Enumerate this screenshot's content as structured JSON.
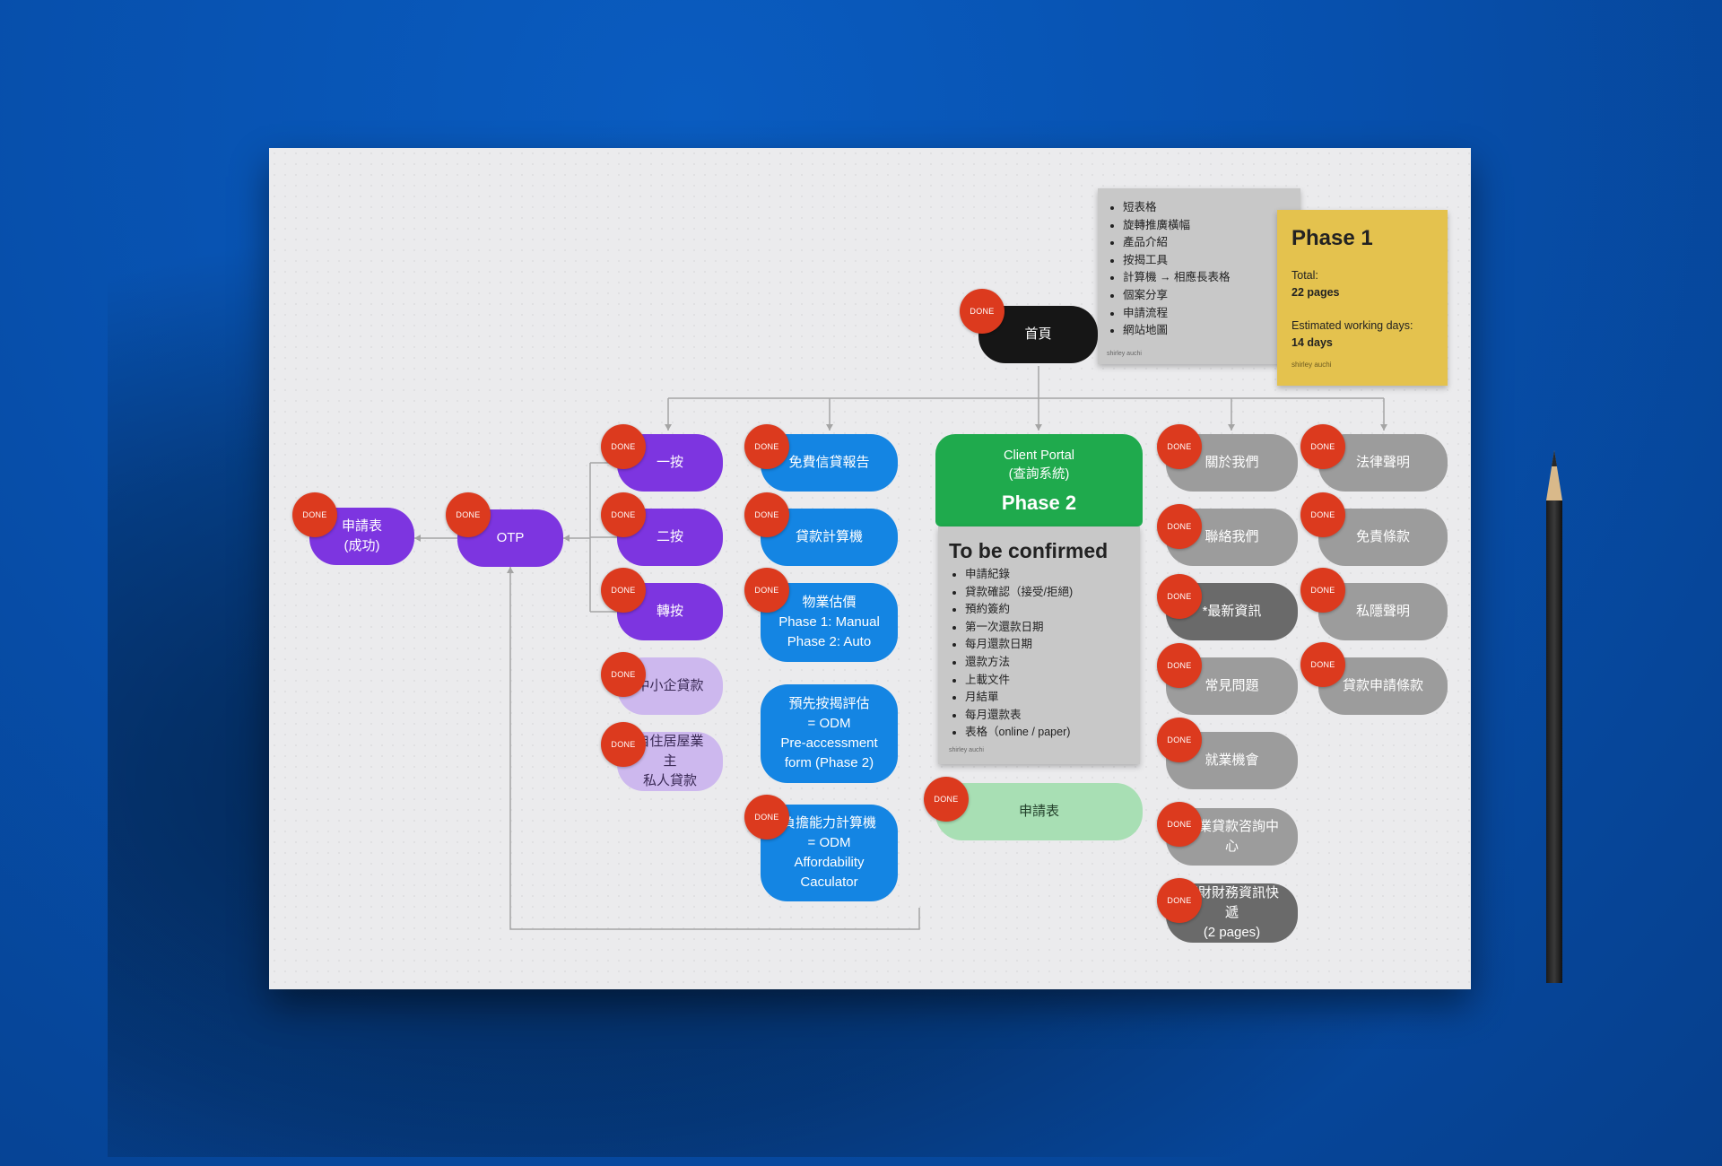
{
  "badge_label": "DONE",
  "colors": {
    "background": "#0750ad",
    "badge": "#dc3a1e",
    "purple": "#7d35e0",
    "blue": "#1485e3",
    "green": "#1faa4d",
    "gray": "#9c9c9c"
  },
  "home": {
    "label": "首頁"
  },
  "home_note": {
    "items": [
      "短表格",
      "旋轉推廣橫幅",
      "產品介紹",
      "按揭工具",
      "計算機 → 相應長表格",
      "個案分享",
      "申請流程",
      "網站地圖"
    ],
    "author": "shirley auchi"
  },
  "phase1": {
    "title": "Phase 1",
    "total_label": "Total:",
    "total_value": "22 pages",
    "days_label": "Estimated working days:",
    "days_value": "14 days",
    "author": "shirley auchi"
  },
  "flow": {
    "application_success": "申請表\n(成功)",
    "otp": "OTP"
  },
  "purple_col": [
    "一按",
    "二按",
    "轉按",
    "中小企貸款",
    "自住居屋業主\n私人貸款"
  ],
  "blue_col": [
    "免費信貸報告",
    "貸款計算機",
    "物業估價\nPhase 1: Manual\nPhase 2: Auto",
    "預先按揭評估\n= ODM\nPre-accessment\nform (Phase 2)",
    "負擔能力計算機\n= ODM\nAffordability\nCaculator"
  ],
  "client_portal": {
    "title": "Client Portal\n(查詢系統)",
    "phase": "Phase 2"
  },
  "tbc_note": {
    "title": "To be confirmed",
    "items": [
      "申請紀錄",
      "貸款確認（接受/拒絕)",
      "預約簽約",
      "第一次還款日期",
      "每月還款日期",
      "還款方法",
      "上載文件",
      "月結單",
      "每月還款表",
      "表格（online / paper)"
    ],
    "author": "shirley auchi"
  },
  "application_form": "申請表",
  "gray_col1": [
    "關於我們",
    "聯絡我們",
    "*最新資訊",
    "常見問題",
    "就業機會",
    "專業貸款咨詢中心",
    "理財財務資訊快遞\n(2 pages)"
  ],
  "gray_col2": [
    "法律聲明",
    "免責條款",
    "私隱聲明",
    "貸款申請條款"
  ]
}
